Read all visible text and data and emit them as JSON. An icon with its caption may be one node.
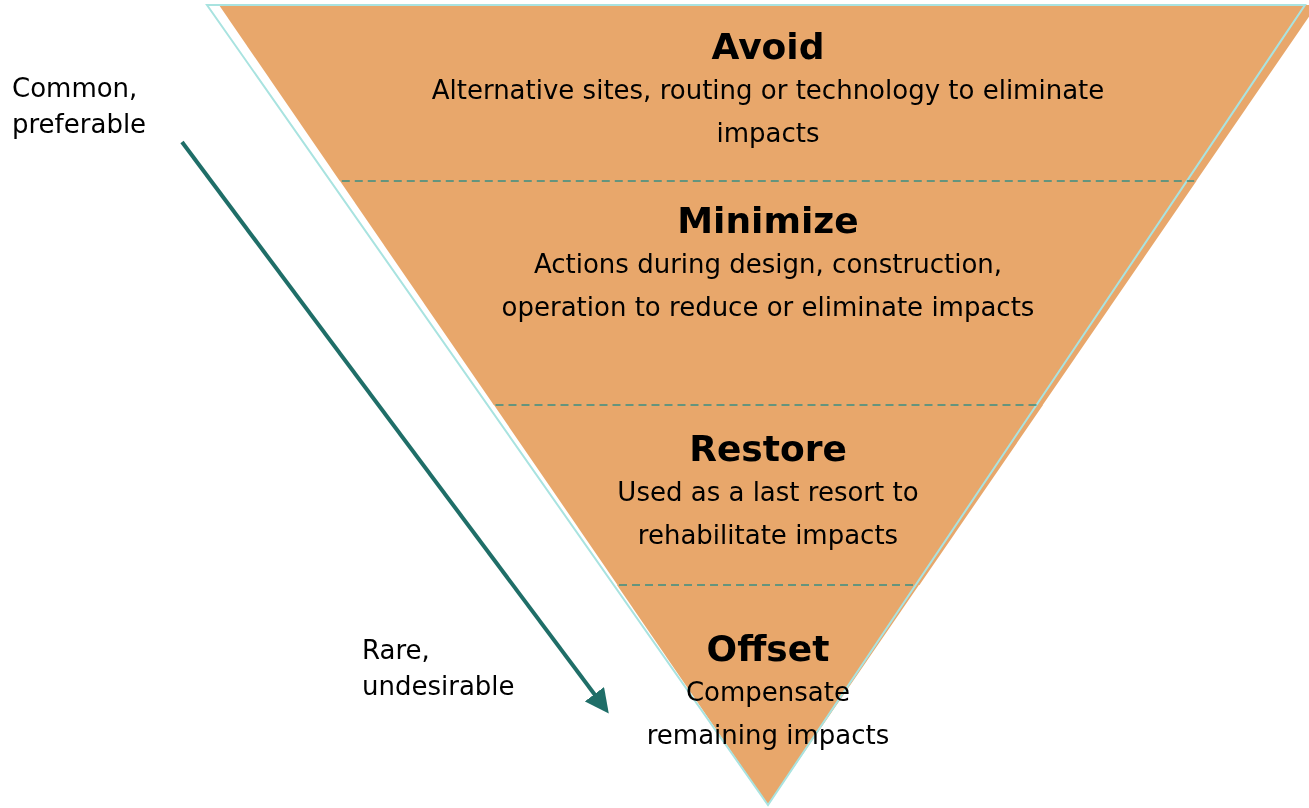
{
  "diagram": {
    "nodes": [
      {
        "text": [
          "Avoid",
          "Alternative sites, routing or technology to eliminate impacts"
        ]
      },
      {
        "text": [
          "Minimize",
          "Actions during design, construction, operation to reduce or eliminate impacts"
        ]
      },
      {
        "text": [
          "Restore",
          "Used as a last resort to rehabilitate impacts"
        ]
      },
      {
        "text": [
          "Offset",
          "Compensate remaining impacts"
        ]
      }
    ],
    "edges": [],
    "labels": [
      "Common, preferable",
      "Rare, undesirable"
    ]
  }
}
